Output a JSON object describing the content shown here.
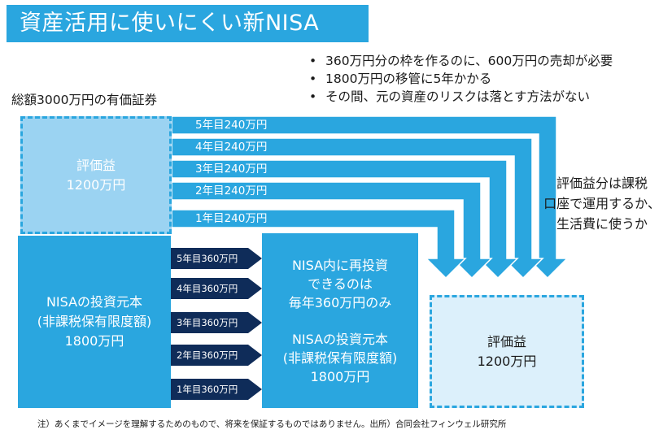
{
  "title": "資産活用に使いにくい新NISA",
  "bullets": [
    "360万円分の枠を作るのに、600万円の売却が必要",
    "1800万円の移管に5年かかる",
    "その間、元の資産のリスクは落とす方法がない"
  ],
  "caption": "総額3000万円の有価証券",
  "gain_box": {
    "line1": "評価益",
    "line2": "1200万円"
  },
  "principal_box": {
    "line1": "NISAの投資元本",
    "line2": "(非課税保有限度額)",
    "line3": "1800万円"
  },
  "gain_arrows": [
    "5年目240万円",
    "4年目240万円",
    "3年目240万円",
    "2年目240万円",
    "1年目240万円"
  ],
  "transfer_arrows": [
    "5年目360万円",
    "4年目360万円",
    "3年目360万円",
    "2年目360万円",
    "1年目360万円"
  ],
  "nisa_box": {
    "line1": "NISA内に再投資",
    "line2": "できるのは",
    "line3": "毎年360万円のみ",
    "line4": "NISAの投資元本",
    "line5": "(非課税保有限度額)",
    "line6": "1800万円"
  },
  "result_box": {
    "line1": "評価益",
    "line2": "1200万円"
  },
  "side_note": [
    "評価益分は課税",
    "口座で運用するか、",
    "生活費に使うか"
  ],
  "footnote": "注）あくまでイメージを理解するためのもので、将来を保証するものではありません。出所）合同会社フィンウェル研究所",
  "colors": {
    "accent": "#2aa6df",
    "navy": "#0f2c59",
    "light_blue": "#9bd3f2",
    "pale_blue": "#dcf0fb"
  }
}
